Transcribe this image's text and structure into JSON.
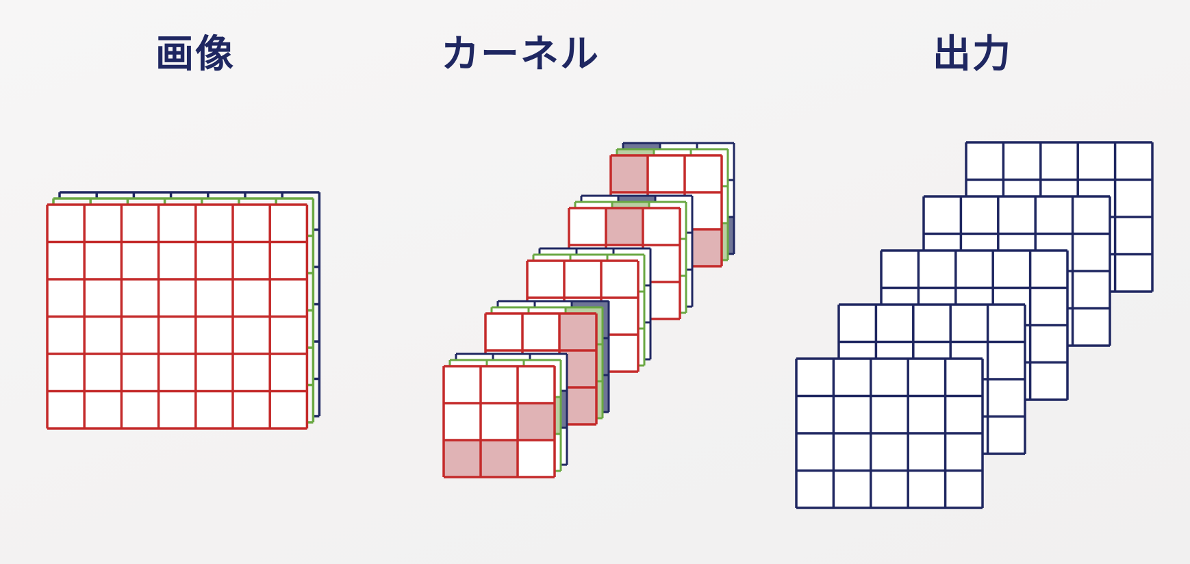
{
  "titles": {
    "image": "画像",
    "kernel": "カーネル",
    "output": "出力"
  },
  "colors": {
    "red": "#c42a2a",
    "green": "#6aa843",
    "navy": "#1f2761",
    "shade_red": "#e0b3b5",
    "shade_navy": "#6f7597",
    "shade_green": "#b9cfa3"
  },
  "image_grid": {
    "rows": 6,
    "cols": 7,
    "channels": [
      "red",
      "green",
      "navy"
    ]
  },
  "kernels": {
    "count": 5,
    "size": 3,
    "channels": [
      "red",
      "green",
      "navy"
    ],
    "highlighted_cells": [
      [
        [
          1,
          2
        ],
        [
          2,
          0
        ],
        [
          2,
          1
        ]
      ],
      [
        [
          0,
          2
        ],
        [
          1,
          2
        ],
        [
          2,
          2
        ]
      ],
      [],
      [
        [
          0,
          1
        ]
      ],
      [
        [
          0,
          0
        ],
        [
          2,
          2
        ]
      ]
    ]
  },
  "output_grid": {
    "maps": 5,
    "rows": 4,
    "cols": 5
  }
}
